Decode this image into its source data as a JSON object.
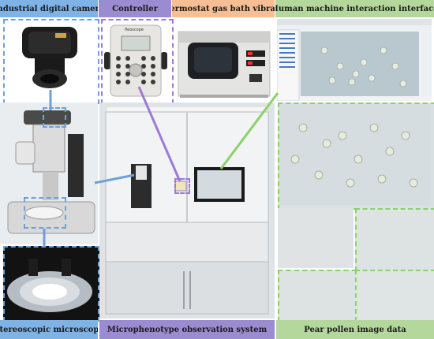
{
  "panels": {
    "camera": {
      "label": "Industrial digital camera",
      "color": "#5b9bd5"
    },
    "controller": {
      "label": "Controller",
      "color": "#8e7cc3"
    },
    "vibrator": {
      "label": "Thermostat gas bath vibrator",
      "color": "#f4b183"
    },
    "hmi": {
      "label": "Human machine interaction interface",
      "color": "#a9d08e"
    },
    "microscope": {
      "label": "Stereoscopic microscope",
      "color": "#5b9bd5"
    },
    "system": {
      "label": "Microphenotype observation system",
      "color": "#8e7cc3"
    },
    "pollen": {
      "label": "Pear pollen image data",
      "color": "#a9d08e"
    }
  },
  "controller_brand": "fleoscope"
}
